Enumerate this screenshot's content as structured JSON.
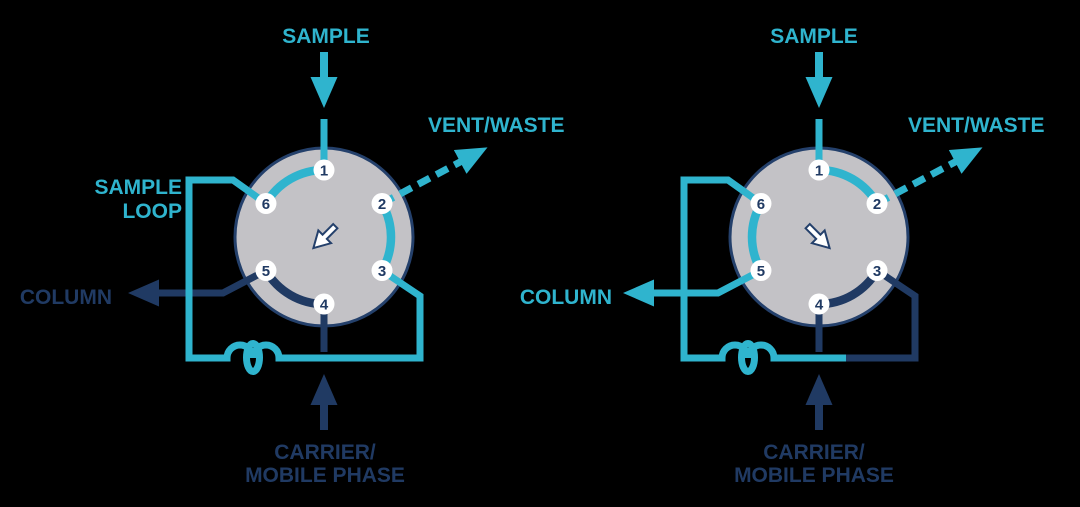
{
  "figure": {
    "description": "six-port-injection-valve-flow-diagram",
    "background": "#000000",
    "palette": {
      "sample": "#2FB4CE",
      "carrier": "#203A63",
      "valve_fill": "#C3C2C6",
      "valve_border": "#24406B",
      "port_fill": "#FFFFFF",
      "port_number": "#203A63",
      "rotor_fill": "#FFFFFF",
      "rotor_stroke": "#24406B"
    },
    "valves": [
      {
        "name": "load-position",
        "ports": [
          "1",
          "2",
          "3",
          "4",
          "5",
          "6"
        ],
        "labels": {
          "sample": "SAMPLE",
          "vent_waste": "VENT/WASTE",
          "sample_loop": [
            "SAMPLE",
            "LOOP"
          ],
          "column": "COLUMN",
          "carrier": [
            "CARRIER/",
            "MOBILE PHASE"
          ]
        },
        "label_colors": {
          "sample": "sample",
          "vent_waste": "sample",
          "sample_loop": "sample",
          "column": "carrier",
          "carrier": "carrier"
        },
        "internal_arcs": [
          {
            "from": "6",
            "to": "1",
            "color": "sample"
          },
          {
            "from": "2",
            "to": "3",
            "color": "sample"
          },
          {
            "from": "5",
            "to": "4",
            "color": "carrier"
          }
        ],
        "rotor_direction": "sw",
        "line_colors": {
          "sample_in": "sample",
          "vent": "sample",
          "column": "carrier",
          "carrier_in": "carrier",
          "loop": "sample",
          "loop_right": "sample"
        }
      },
      {
        "name": "inject-position",
        "ports": [
          "1",
          "2",
          "3",
          "4",
          "5",
          "6"
        ],
        "labels": {
          "sample": "SAMPLE",
          "vent_waste": "VENT/WASTE",
          "sample_loop": null,
          "column": "COLUMN",
          "carrier": [
            "CARRIER/",
            "MOBILE PHASE"
          ]
        },
        "label_colors": {
          "sample": "sample",
          "vent_waste": "sample",
          "column": "sample",
          "carrier": "carrier"
        },
        "internal_arcs": [
          {
            "from": "1",
            "to": "2",
            "color": "sample"
          },
          {
            "from": "6",
            "to": "5",
            "color": "sample"
          },
          {
            "from": "3",
            "to": "4",
            "color": "carrier"
          }
        ],
        "rotor_direction": "se",
        "line_colors": {
          "sample_in": "sample",
          "vent": "sample",
          "column": "sample",
          "carrier_in": "carrier",
          "loop": "sample",
          "loop_right": "carrier"
        }
      }
    ]
  }
}
